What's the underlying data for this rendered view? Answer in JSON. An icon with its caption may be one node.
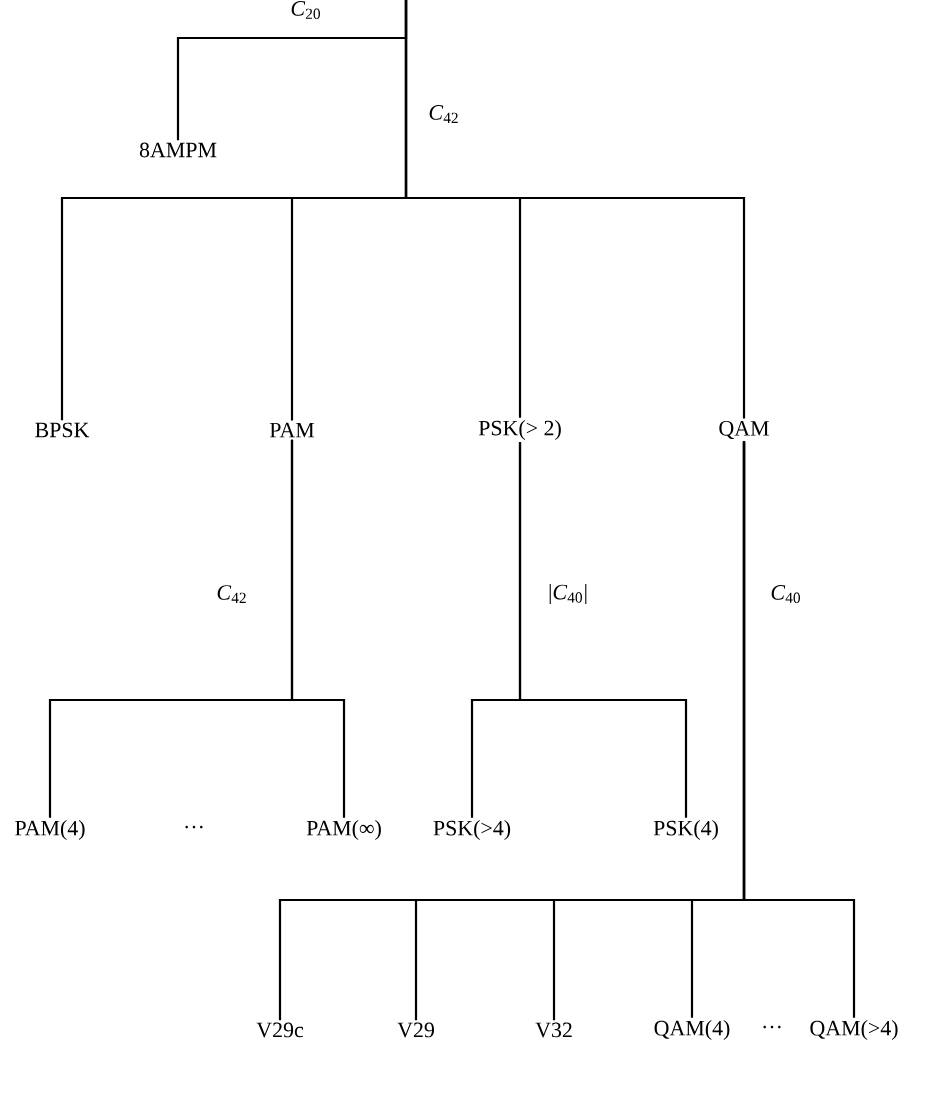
{
  "diagram": {
    "nodes": [
      {
        "text": [
          "8AMPM"
        ]
      },
      {
        "text": [
          "BPSK"
        ]
      },
      {
        "text": [
          "PAM"
        ]
      },
      {
        "text": [
          "PSK(> 2)"
        ]
      },
      {
        "text": [
          "QAM"
        ]
      },
      {
        "text": [
          "PAM(4)"
        ]
      },
      {
        "text": [
          "PAM(∞)"
        ]
      },
      {
        "text": [
          "PSK(>4)"
        ]
      },
      {
        "text": [
          "PSK(4)"
        ]
      },
      {
        "text": [
          "V29c"
        ]
      },
      {
        "text": [
          "V29"
        ]
      },
      {
        "text": [
          "V32"
        ]
      },
      {
        "text": [
          "QAM(4)"
        ]
      },
      {
        "text": [
          "QAM(>4)"
        ]
      }
    ],
    "edges": [
      {
        "from": null,
        "to": 0,
        "arrow": "none",
        "label": "*C*$_{20}$"
      },
      {
        "from": null,
        "to": 1,
        "arrow": "none",
        "label": "*C*$_{42}$"
      },
      {
        "from": null,
        "to": 2,
        "arrow": "none"
      },
      {
        "from": null,
        "to": 3,
        "arrow": "none"
      },
      {
        "from": null,
        "to": 4,
        "arrow": "none"
      },
      {
        "from": 2,
        "to": 5,
        "arrow": "none",
        "label": "*C*$_{42}$"
      },
      {
        "from": 2,
        "to": 6,
        "arrow": "none"
      },
      {
        "from": 3,
        "to": 7,
        "arrow": "none",
        "label": "|*C*$_{40}$|"
      },
      {
        "from": 3,
        "to": 8,
        "arrow": "none"
      },
      {
        "from": 4,
        "to": 9,
        "arrow": "none",
        "label": "*C*$_{40}$"
      },
      {
        "from": 4,
        "to": 10,
        "arrow": "none"
      },
      {
        "from": 4,
        "to": 11,
        "arrow": "none"
      },
      {
        "from": 4,
        "to": 12,
        "arrow": "none"
      },
      {
        "from": 4,
        "to": 13,
        "arrow": "none"
      }
    ],
    "labels": [
      "···",
      "···"
    ]
  }
}
